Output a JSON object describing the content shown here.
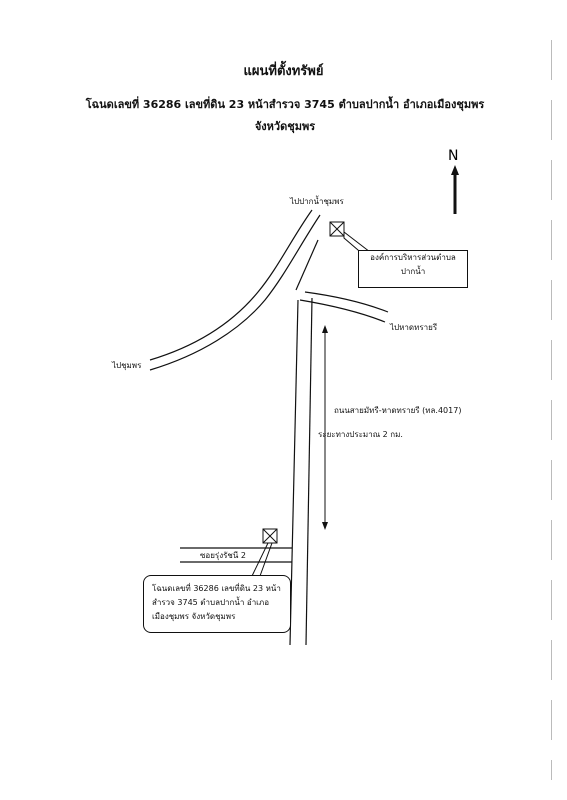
{
  "document": {
    "title": "แผนที่ตั้งทรัพย์",
    "subtitle": "โฉนดเลขที่ 36286 เลขที่ดิน 23 หน้าสำรวจ 3745 ตำบลปากน้ำ อำเภอเมืองชุมพร จังหวัดชุมพร"
  },
  "map": {
    "north_label": "N",
    "labels": {
      "to_paknam": "ไปปากน้ำชุมพร",
      "to_chumphon": "ไปชุมพร",
      "to_sairi": "ไปหาดทรายรี",
      "highway": "ถนนสายมัทรี-หาดทรายรี (ทล.4017)",
      "distance": "ระยะทางประมาณ 2 กม.",
      "soi": "ซอยรุ่งรัชนี 2"
    },
    "callouts": {
      "obt": "องค์การบริหารส่วนตำบลปากน้ำ",
      "land": "โฉนดเลขที่ 36286 เลขที่ดิน 23 หน้าสำรวจ 3745 ตำบลปากน้ำ อำเภอเมืองชุมพร จังหวัดชุมพร"
    },
    "icons": [
      "north-arrow-icon",
      "landmark-box-icon",
      "property-box-icon"
    ]
  }
}
